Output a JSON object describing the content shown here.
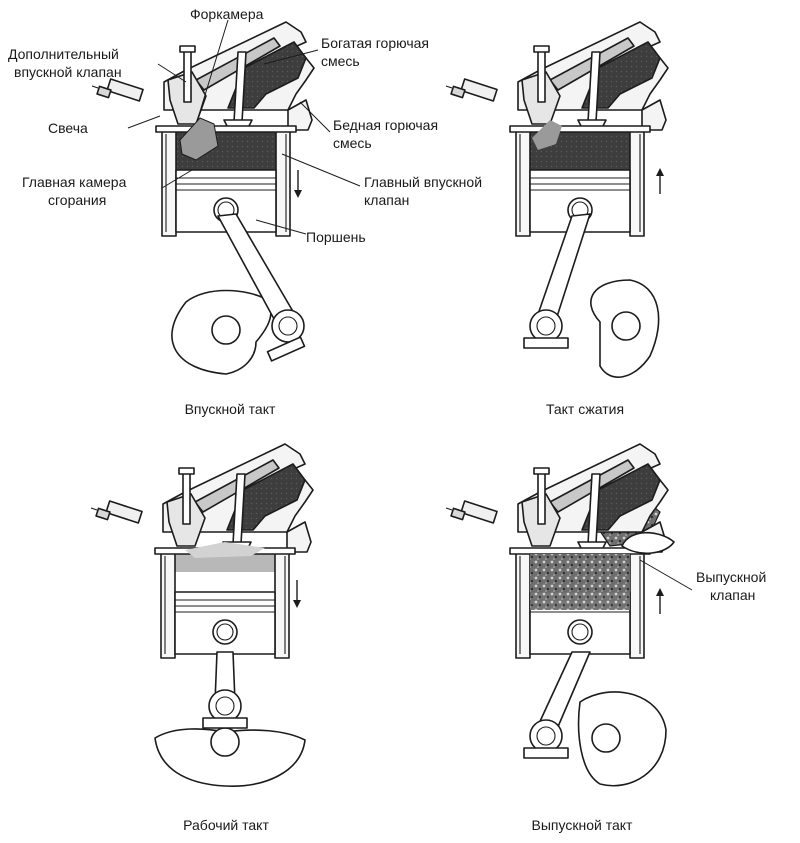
{
  "labels": {
    "prechamber": "Форкамера",
    "aux_valve_1": "Дополнительный",
    "aux_valve_2": "впускной клапан",
    "rich_1": "Богатая горючая",
    "rich_2": "смесь",
    "plug": "Свеча",
    "lean_1": "Бедная горючая",
    "lean_2": "смесь",
    "main_chamber_1": "Главная камера",
    "main_chamber_2": "сгорания",
    "main_valve_1": "Главный впускной",
    "main_valve_2": "клапан",
    "piston": "Поршень",
    "exhaust_valve_1": "Выпускной",
    "exhaust_valve_2": "клапан"
  },
  "strokes": [
    {
      "caption": "Впускной такт",
      "piston_direction": "down"
    },
    {
      "caption": "Такт сжатия",
      "piston_direction": "up"
    },
    {
      "caption": "Рабочий такт",
      "piston_direction": "down"
    },
    {
      "caption": "Выпускной такт",
      "piston_direction": "up"
    }
  ],
  "colors": {
    "line": "#1c1c1c",
    "rich_mixture": "#9a9a9a",
    "lean_mixture": "#3d3d3d",
    "metal": "#f2f2f2",
    "exhaust_gas": "#6e6e6e"
  }
}
